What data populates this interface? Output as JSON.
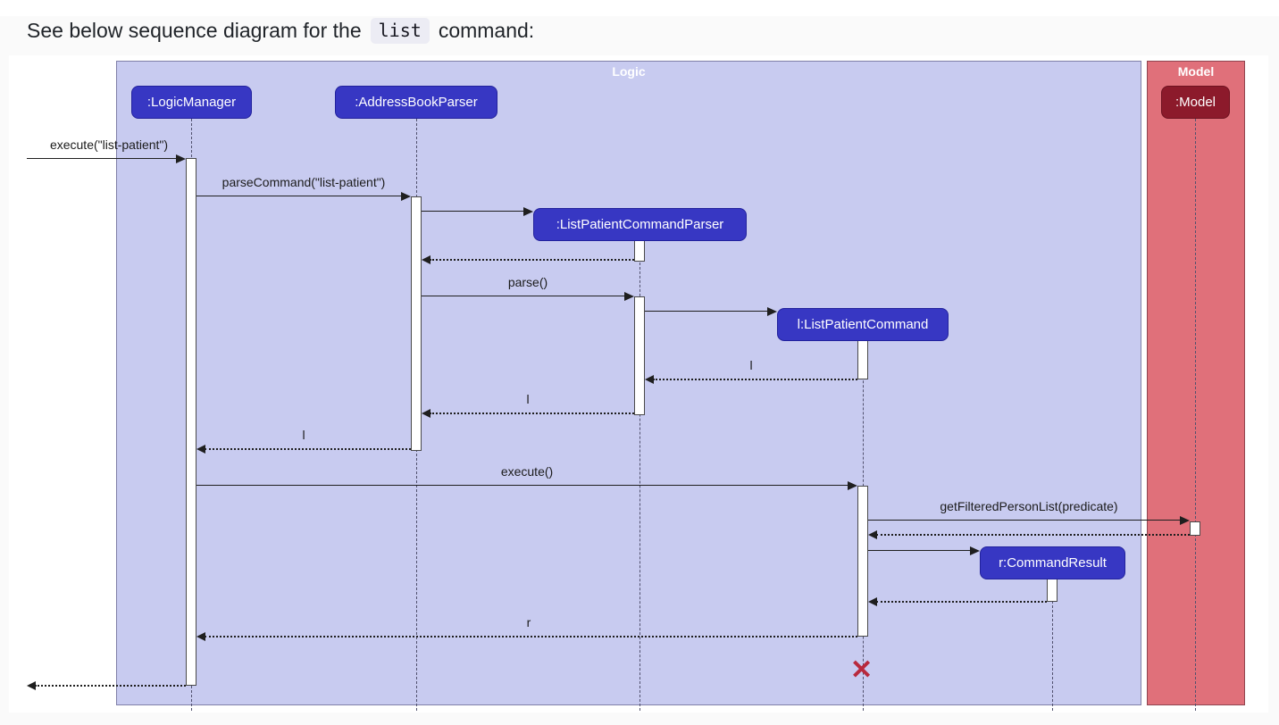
{
  "heading": {
    "prefix": "See below sequence diagram for the",
    "code": "list",
    "suffix": "command:"
  },
  "colors": {
    "arrow": "#1f1f1f",
    "lifeline": "#51516e",
    "chip_bg": "#ececf4",
    "logic_frame_fill": "#c8cbf0",
    "logic_frame_border": "#8080a8",
    "participant_fill": "#3737c3",
    "participant_border": "#22229c",
    "model_frame_fill": "#e0707a",
    "model_frame_border": "#8f4550",
    "model_participant_fill": "#8c1a2b",
    "model_participant_border": "#6e1220",
    "destroy_x": "#b8293d"
  },
  "diagram": {
    "frames": [
      {
        "title": "Logic"
      },
      {
        "title": "Model"
      }
    ],
    "participants": [
      {
        "label": ":LogicManager"
      },
      {
        "label": ":AddressBookParser"
      },
      {
        "label": ":ListPatientCommandParser"
      },
      {
        "label": "l:ListPatientCommand"
      },
      {
        "label": "r:CommandResult"
      },
      {
        "label": ":Model"
      }
    ],
    "messages": [
      {
        "label": "execute(\"list-patient\")",
        "type": "sync"
      },
      {
        "label": "parseCommand(\"list-patient\")",
        "type": "sync"
      },
      {
        "label": "",
        "type": "create"
      },
      {
        "label": "",
        "type": "return"
      },
      {
        "label": "parse()",
        "type": "sync"
      },
      {
        "label": "",
        "type": "create"
      },
      {
        "label": "l",
        "type": "return"
      },
      {
        "label": "l",
        "type": "return"
      },
      {
        "label": "l",
        "type": "return"
      },
      {
        "label": "execute()",
        "type": "sync"
      },
      {
        "label": "getFilteredPersonList(predicate)",
        "type": "sync"
      },
      {
        "label": "",
        "type": "return"
      },
      {
        "label": "",
        "type": "create"
      },
      {
        "label": "",
        "type": "return"
      },
      {
        "label": "r",
        "type": "return"
      },
      {
        "label": "",
        "type": "return"
      }
    ],
    "destroy_marker": "✕"
  }
}
